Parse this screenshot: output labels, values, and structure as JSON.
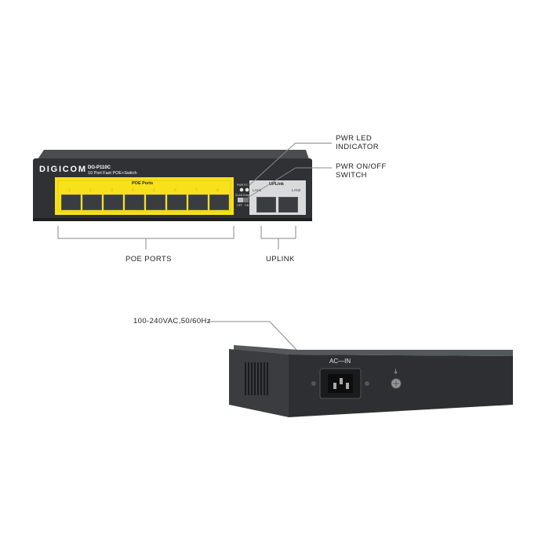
{
  "front": {
    "brand": "DIGICOM",
    "model": "DG-P110C",
    "subtitle": "10 Port Fast POE+Switch",
    "poe_title": "POE Ports",
    "port_numbers": [
      "1",
      "2",
      "3",
      "4",
      "5",
      "6",
      "7",
      "8"
    ],
    "uplink_title": "UPLink",
    "lan1": "LAN1",
    "lan2": "LAN2",
    "pwr_label": "PWR F/C",
    "vlan_label": "VLAN Extend",
    "off_label": "OFF",
    "on_label": "ON"
  },
  "callouts": {
    "pwr_led": [
      "PWR LED",
      "INDICATOR"
    ],
    "pwr_switch": [
      "PWR ON/OFF",
      "SWITCH"
    ],
    "poe_ports": "POE PORTS",
    "uplink": "UPLINK",
    "power_input": "100-240VAC,50/60Hz"
  },
  "back": {
    "ac_in": "AC—IN",
    "ground_symbol": "⏚"
  },
  "colors": {
    "chassis": "#2f3134",
    "poe_panel": "#f7e11b",
    "uplink_panel": "#d9dadb",
    "port": "#3a3d40"
  }
}
